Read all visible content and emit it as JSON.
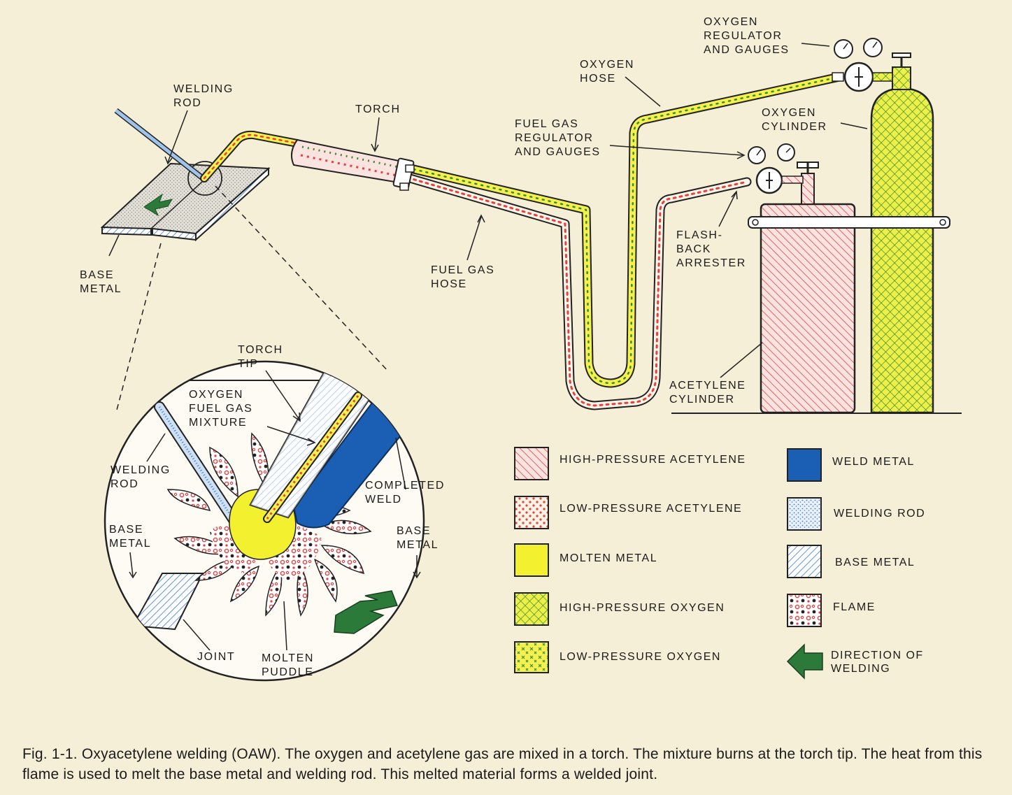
{
  "labels": {
    "welding_rod_top": "WELDING\nROD",
    "torch": "TORCH",
    "base_metal_top": "BASE\nMETAL",
    "fuel_gas_regulator": "FUEL GAS\nREGULATOR\nAND GAUGES",
    "oxygen_hose": "OXYGEN\nHOSE",
    "oxygen_regulator": "OXYGEN\nREGULATOR\nAND GAUGES",
    "oxygen_cylinder": "OXYGEN\nCYLINDER",
    "fuel_gas_hose": "FUEL GAS\nHOSE",
    "flashback_arrester": "FLASH-\nBACK\nARRESTER",
    "acetylene_cylinder": "ACETYLENE\nCYLINDER",
    "torch_tip": "TORCH\nTIP",
    "oxygen_fuel_mixture": "OXYGEN\nFUEL GAS\nMIXTURE",
    "welding_rod_inset": "WELDING\nROD",
    "completed_weld": "COMPLETED\nWELD",
    "base_metal_left": "BASE\nMETAL",
    "base_metal_right": "BASE\nMETAL",
    "joint": "JOINT",
    "molten_puddle": "MOLTEN\nPUDDLE"
  },
  "legend": [
    {
      "label": "HIGH-PRESSURE ACETYLENE",
      "pattern": "high-pressure-acetylene"
    },
    {
      "label": "LOW-PRESSURE ACETYLENE",
      "pattern": "low-pressure-acetylene"
    },
    {
      "label": "MOLTEN METAL",
      "pattern": "molten-metal"
    },
    {
      "label": "HIGH-PRESSURE OXYGEN",
      "pattern": "high-pressure-oxygen"
    },
    {
      "label": "LOW-PRESSURE OXYGEN",
      "pattern": "low-pressure-oxygen"
    },
    {
      "label": "WELD METAL",
      "pattern": "weld-metal"
    },
    {
      "label": "WELDING ROD",
      "pattern": "welding-rod"
    },
    {
      "label": "BASE METAL",
      "pattern": "base-metal"
    },
    {
      "label": "FLAME",
      "pattern": "flame"
    },
    {
      "label": "DIRECTION OF\nWELDING",
      "pattern": "direction-arrow"
    }
  ],
  "caption": "Fig. 1-1.  Oxyacetylene welding (OAW). The oxygen and acetylene gas are mixed in a torch. The mixture burns at the torch tip. The heat from this flame is used to melt the base metal and welding rod. This melted material forms a welded joint.",
  "colors": {
    "background": "#f6efd8",
    "acetylene_red": "#e8403f",
    "oxygen_yellow": "#f3f050",
    "oxygen_green": "#3c8a2e",
    "weld_blue": "#1a5fb4",
    "rod_blue": "#3a7bd5",
    "arrow_green": "#2c7a3a"
  }
}
